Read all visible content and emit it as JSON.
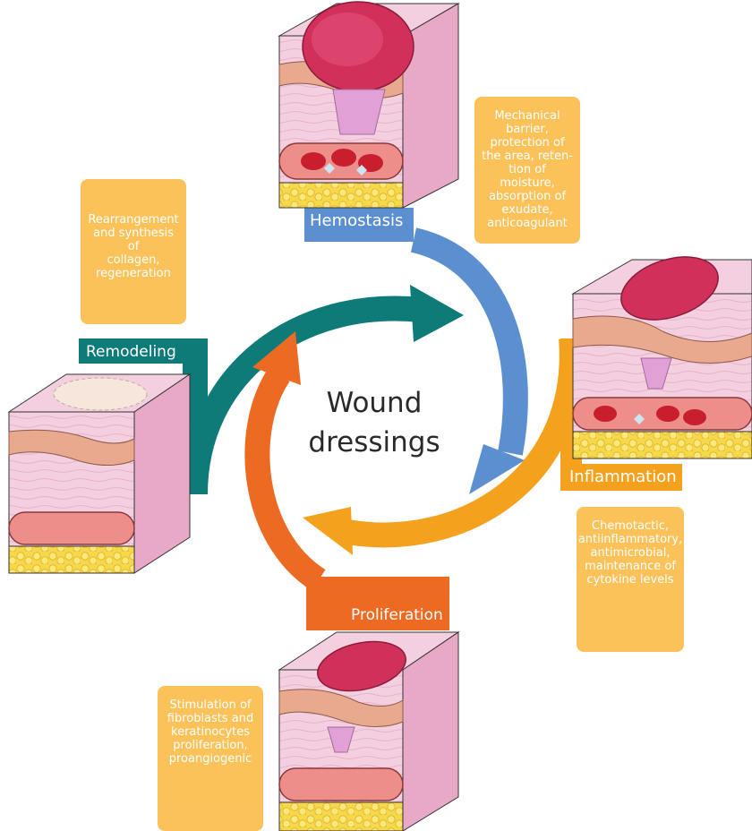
{
  "title": "Wound\ndressings",
  "colors": {
    "hemostasis": "#5b8fd0",
    "inflammation": "#f4a21d",
    "proliferation": "#ec6a22",
    "remodeling": "#0e7b78",
    "note_fill": "#fbbf52",
    "skin_pink": "#f3cfe0",
    "epidermis": "#e8a98f",
    "fat": "#f7d84a",
    "wound_red": "#d0305a",
    "vessel": "#ee8e8a"
  },
  "stages": [
    {
      "id": "hemostasis",
      "label": "Hemostasis",
      "note": "Mechanical\nbarrier,\nprotection of\nthe area, reten-\ntion of moisture,\nabsorption of\nexudate,\nanticoagulant"
    },
    {
      "id": "inflammation",
      "label": "Inflammation",
      "note": "Chemotactic,\nantiinflammatory,\nantimicrobial,\nmaintenance of\ncytokine levels"
    },
    {
      "id": "proliferation",
      "label": "Proliferation",
      "note": "Stimulation of\nfibroblasts and\nkeratinocytes\nproliferation,\nproangiogenic"
    },
    {
      "id": "remodeling",
      "label": "Remodeling",
      "note": "Rearrangement\nand synthesis of\ncollagen,\nregeneration"
    }
  ]
}
